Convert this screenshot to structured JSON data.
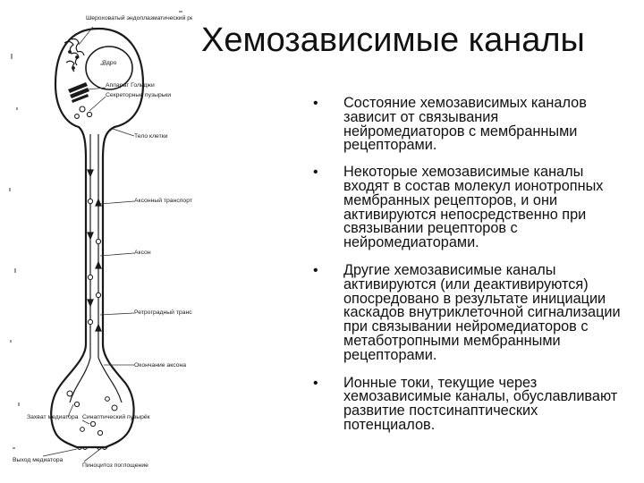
{
  "slide": {
    "title": "Хемозависимые каналы",
    "bullets": [
      "Состояние хемозависимых каналов зависит от связывания нейромедиаторов с мембранными рецепторами.",
      "Некоторые хемозависимые каналы входят в состав молекул ионотропных мембранных рецепторов, и они активируются непосредственно при связывании рецепторов с нейромедиаторами.",
      "Другие хемозависимые каналы активируются (или деактивируются) опосредовано в результате инициации каскадов внутриклеточной сигнализации при связывании нейромедиаторов с метаботропными мембранными рецепторами.",
      "Ионные токи, текущие через хемозависимые каналы, обуславливают развитие постсинаптических потенциалов."
    ],
    "bullet_glyph": "•"
  },
  "diagram": {
    "labels": {
      "er": "Шероховатый эндоплазматический ретикулум",
      "nucleus": "Ядро",
      "golgi": "Аппарат Гольджи",
      "vesicles": "Секреторные пузырьки",
      "soma": "Тело клетки",
      "axonal_transport": "Аксонный транспорт",
      "axon": "Аксон",
      "retrograde": "Ретроградный транспорт",
      "terminal": "Окончание аксона",
      "capture": "Захват медиатора",
      "synaptic_vesicle": "Синаптический пузырёк",
      "release": "Выход медиатора",
      "absorption": "Пиноцитоз поглощение"
    }
  }
}
